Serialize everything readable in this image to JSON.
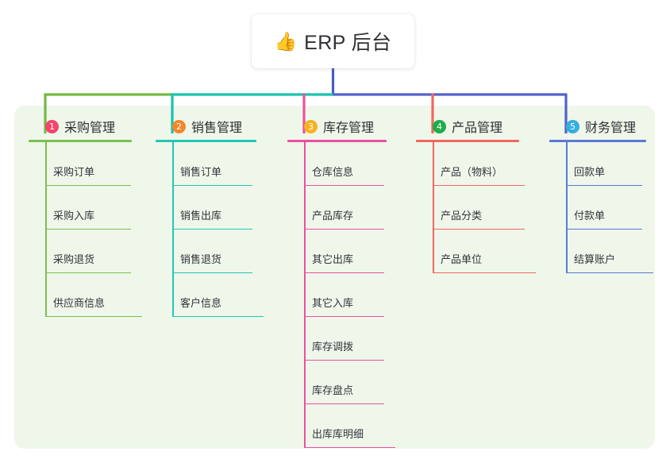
{
  "root": {
    "emoji": "👍",
    "emoji_name": "thumbs-up-icon",
    "title": "ERP 后台"
  },
  "theme": {
    "canvas_bg": "#ffffff",
    "panel_bg": "#eef7ea",
    "card_bg": "#ffffff",
    "text": "#2f3033",
    "stem_blue": "#4560c4",
    "bus_green": "#73b844",
    "bus_teal": "#17c3ad",
    "bus_blue": "#5561c8"
  },
  "columns": [
    {
      "number": "1",
      "label": "采购管理",
      "badge_color": "#f2466b",
      "line_color": "#7cbf4f",
      "drop_color": "#73b844",
      "items": [
        {
          "label": "采购订单"
        },
        {
          "label": "采购入库"
        },
        {
          "label": "采购退货"
        },
        {
          "label": "供应商信息"
        }
      ]
    },
    {
      "number": "2",
      "label": "销售管理",
      "badge_color": "#f5862a",
      "line_color": "#23c6b6",
      "drop_color": "#17c3ad",
      "items": [
        {
          "label": "销售订单"
        },
        {
          "label": "销售出库"
        },
        {
          "label": "销售退货"
        },
        {
          "label": "客户信息"
        }
      ]
    },
    {
      "number": "3",
      "label": "库存管理",
      "badge_color": "#f5b324",
      "line_color": "#ec4fa0",
      "drop_color": "#ec4fa0",
      "items": [
        {
          "label": "仓库信息"
        },
        {
          "label": "产品库存"
        },
        {
          "label": "其它出库"
        },
        {
          "label": "其它入库"
        },
        {
          "label": "库存调拨"
        },
        {
          "label": "库存盘点"
        },
        {
          "label": "出库库明细"
        }
      ]
    },
    {
      "number": "4",
      "label": "产品管理",
      "badge_color": "#20ac4b",
      "line_color": "#f4655f",
      "drop_color": "#f4655f",
      "items": [
        {
          "label": "产品（物料）"
        },
        {
          "label": "产品分类"
        },
        {
          "label": "产品单位"
        }
      ]
    },
    {
      "number": "5",
      "label": "财务管理",
      "badge_color": "#35aee0",
      "line_color": "#5b79d6",
      "drop_color": "#5561c8",
      "items": [
        {
          "label": "回款单"
        },
        {
          "label": "付款单"
        },
        {
          "label": "结算账户"
        }
      ]
    }
  ]
}
